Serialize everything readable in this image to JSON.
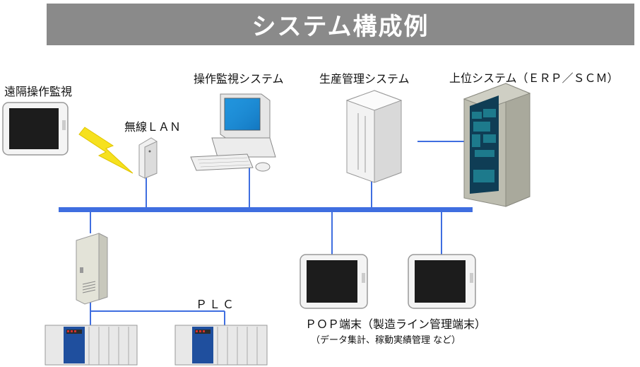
{
  "title": "システム構成例",
  "labels": {
    "remote": "遠隔操作監視",
    "wireless": "無線ＬＡＮ",
    "operation": "操作監視システム",
    "production": "生産管理システム",
    "upper": "上位システム（ＥＲＰ／ＳＣＭ）",
    "plc": "ＰＬＣ",
    "pop": "ＰＯＰ端末（製造ライン管理端末）",
    "pop_sub": "（データ集計、稼動実績管理 など）"
  },
  "colors": {
    "network": "#3f6ee0",
    "title_bg": "#8a8a8a",
    "lightning": "#f6e11e"
  }
}
